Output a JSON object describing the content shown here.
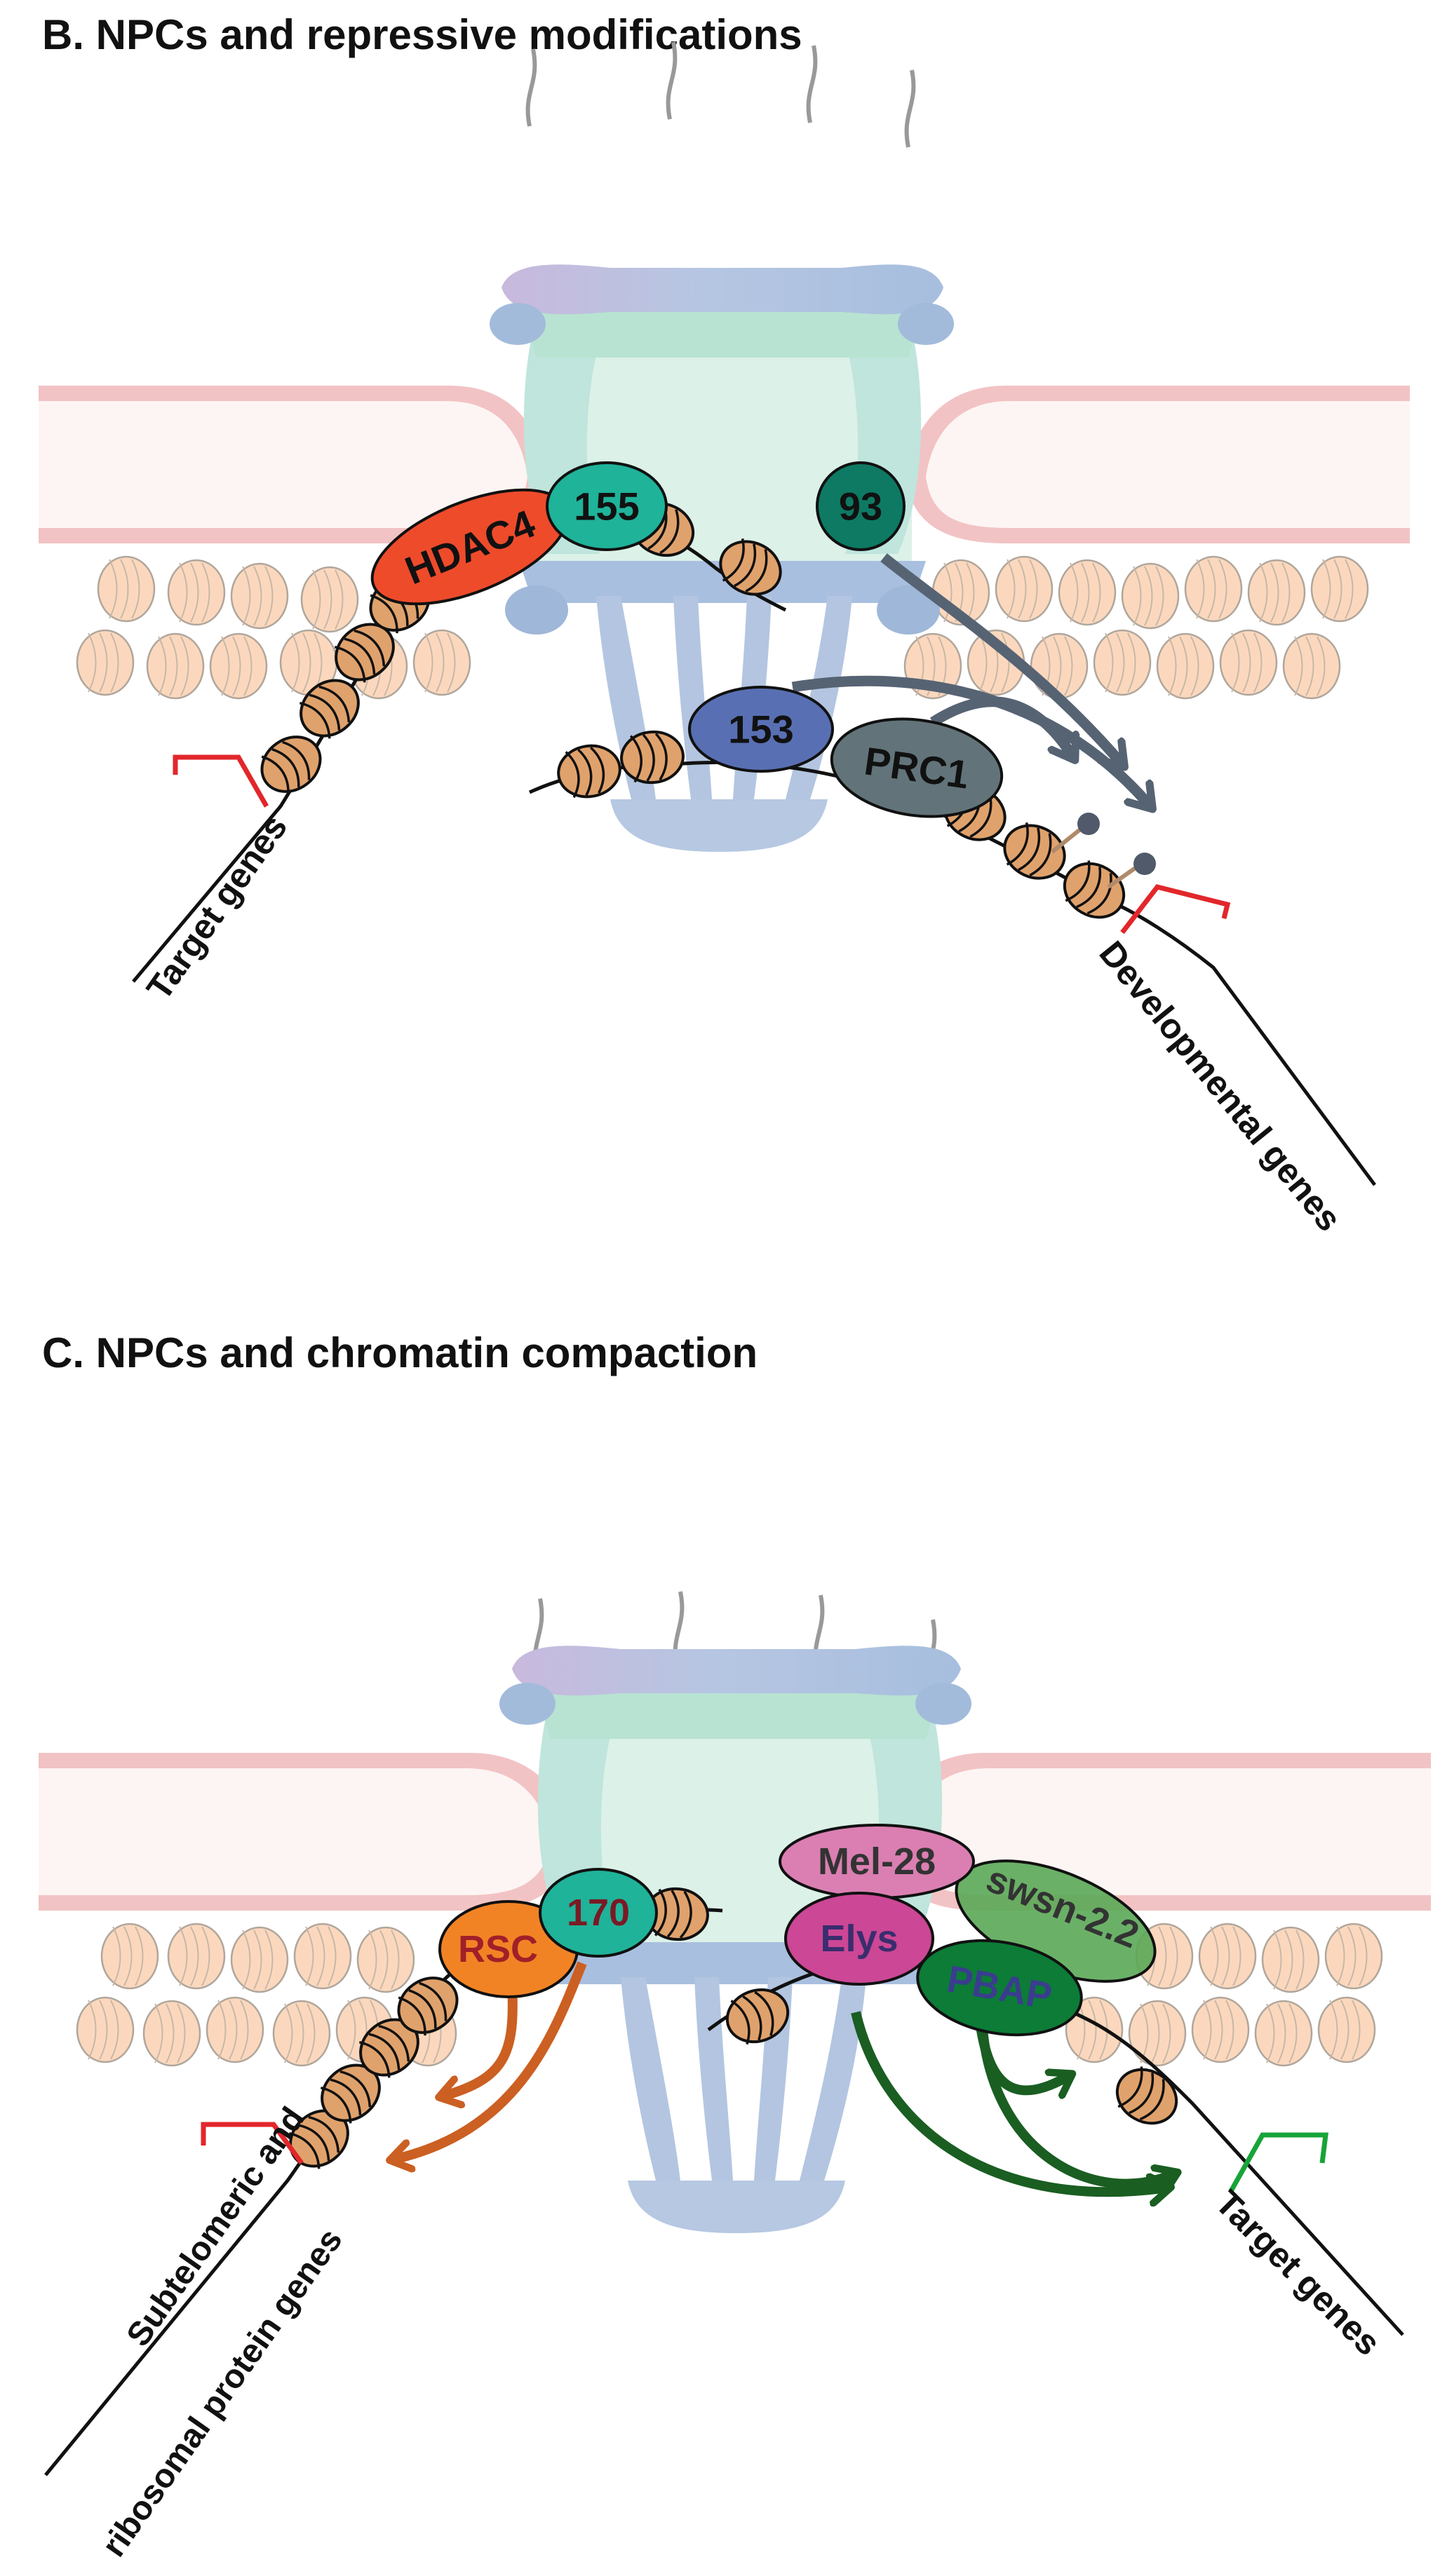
{
  "panel_b": {
    "title": "B. NPCs and repressive modifications",
    "proteins": {
      "hdac4": "HDAC4",
      "nup155": "155",
      "nup93": "93",
      "nup153": "153",
      "prc1": "PRC1"
    },
    "gene_labels": {
      "left": "Target genes",
      "right": "Developmental genes"
    }
  },
  "panel_c": {
    "title": "C. NPCs and chromatin compaction",
    "proteins": {
      "rsc": "RSC",
      "nup170": "170",
      "mel28": "Mel-28",
      "elys": "Elys",
      "swsn": "swsn-2.2",
      "pbap": "PBAP"
    },
    "gene_labels": {
      "left_line1": "Subtelomeric and",
      "left_line2": "ribosomal protein genes",
      "right": "Target genes"
    }
  },
  "colors": {
    "envelope": "#f2c3c4",
    "envelope_inner": "#fdf5f3",
    "nucleosome": "#e0a26c",
    "heterochromatin": "#fbd8bd",
    "npc_ring": "#a9bfdf",
    "npc_basket": "#b6c8e2",
    "npc_channel": "#cbe9dc",
    "hdac4": "#ee4b2b",
    "nup155": "#1fb39a",
    "nup93": "#0e7a63",
    "nup153": "#5870b3",
    "prc1": "#62747a",
    "rsc": "#f28325",
    "nup170": "#1fb39a",
    "mel28": "#db7fb2",
    "elys": "#cc4795",
    "swsn": "#5aa956",
    "pbap": "#0c7c37",
    "arrow_grey": "#566373",
    "arrow_orange": "#cc5f22",
    "arrow_green": "#1a5e22",
    "repressed_mark": "#e2272b",
    "active_mark": "#17a438"
  }
}
